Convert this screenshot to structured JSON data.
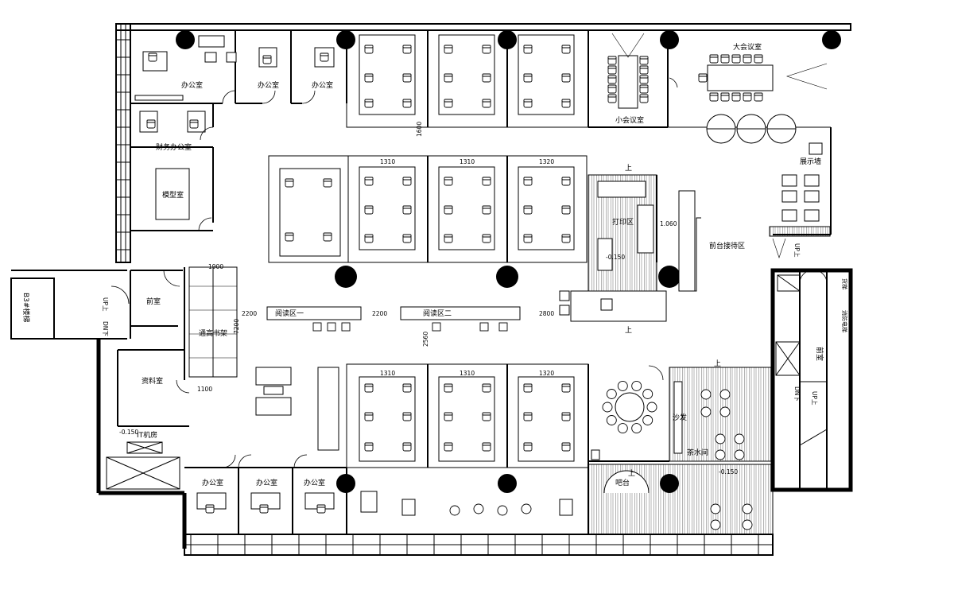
{
  "rooms": {
    "office_nw": "办公室",
    "office_n2": "办公室",
    "office_n3": "办公室",
    "finance_office": "财务办公室",
    "model_room": "模型室",
    "small_meeting": "小会议室",
    "large_meeting": "大会议室",
    "display_wall": "展示墙",
    "print_area": "打印区",
    "reception_area": "前台接待区",
    "reading_area_1": "阅读区一",
    "reading_area_2": "阅读区二",
    "bookshelf": "通高书架",
    "front_room_w": "前室",
    "archive": "资料室",
    "it_room": "IT机房",
    "office_s1": "办公室",
    "office_s2": "办公室",
    "office_s3": "办公室",
    "sofa": "沙发",
    "tea_room": "茶水间",
    "bar_counter": "吧台",
    "front_room_e": "前室",
    "stair_b3": "B3#楼梯",
    "fire_elevator": "消防电梯",
    "freight_elevator": "货梯"
  },
  "stair_marks": {
    "up_1": "UP上",
    "dn_1": "DN下",
    "up_2": "UP上",
    "dn_2": "DN下",
    "up_reception": "上",
    "up_print": "上",
    "up_tea": "上",
    "up_rest": "上",
    "up_entry": "UP上"
  },
  "dimensions": {
    "d1600": "1600",
    "d1310a": "1310",
    "d1310b": "1310",
    "d1320a": "1320",
    "d1900": "1900",
    "d2200a": "2200",
    "d2200b": "2200",
    "d2800": "2800",
    "d7200": "7200",
    "d2560": "2560",
    "d1310c": "1310",
    "d1310d": "1310",
    "d1320b": "1320",
    "d1100": "1100",
    "d1060": "1.060",
    "lvl_a": "-0.150",
    "lvl_b": "-0.150",
    "lvl_c": "-0.150"
  }
}
